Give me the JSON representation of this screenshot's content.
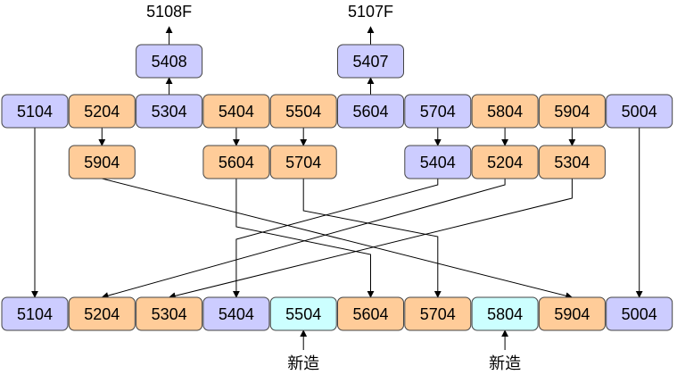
{
  "colors": {
    "blue_fill": "#ccccff",
    "orange_fill": "#ffcc99",
    "cyan_fill": "#ccffff",
    "border": "#444444",
    "line": "#000000"
  },
  "top_row": [
    {
      "label": "5104",
      "color": "blue"
    },
    {
      "label": "5204",
      "color": "orange"
    },
    {
      "label": "5304",
      "color": "blue"
    },
    {
      "label": "5404",
      "color": "orange"
    },
    {
      "label": "5504",
      "color": "orange"
    },
    {
      "label": "5604",
      "color": "blue"
    },
    {
      "label": "5704",
      "color": "blue"
    },
    {
      "label": "5804",
      "color": "orange"
    },
    {
      "label": "5904",
      "color": "orange"
    },
    {
      "label": "5004",
      "color": "blue"
    }
  ],
  "upper_boxes": [
    {
      "label": "5408",
      "color": "blue",
      "sends_to": "5108F"
    },
    {
      "label": "5407",
      "color": "blue",
      "sends_to": "5107F"
    }
  ],
  "top_labels": [
    "5108F",
    "5107F"
  ],
  "middle_row": [
    {
      "label": "5904",
      "color": "orange"
    },
    {
      "label": "5604",
      "color": "orange"
    },
    {
      "label": "5704",
      "color": "orange"
    },
    {
      "label": "5404",
      "color": "blue"
    },
    {
      "label": "5204",
      "color": "orange"
    },
    {
      "label": "5304",
      "color": "orange"
    }
  ],
  "bottom_row": [
    {
      "label": "5104",
      "color": "blue"
    },
    {
      "label": "5204",
      "color": "orange"
    },
    {
      "label": "5304",
      "color": "orange"
    },
    {
      "label": "5404",
      "color": "blue"
    },
    {
      "label": "5504",
      "color": "cyan"
    },
    {
      "label": "5604",
      "color": "orange"
    },
    {
      "label": "5704",
      "color": "orange"
    },
    {
      "label": "5804",
      "color": "cyan"
    },
    {
      "label": "5904",
      "color": "orange"
    },
    {
      "label": "5004",
      "color": "blue"
    }
  ],
  "new_build_labels": [
    "新造",
    "新造"
  ]
}
